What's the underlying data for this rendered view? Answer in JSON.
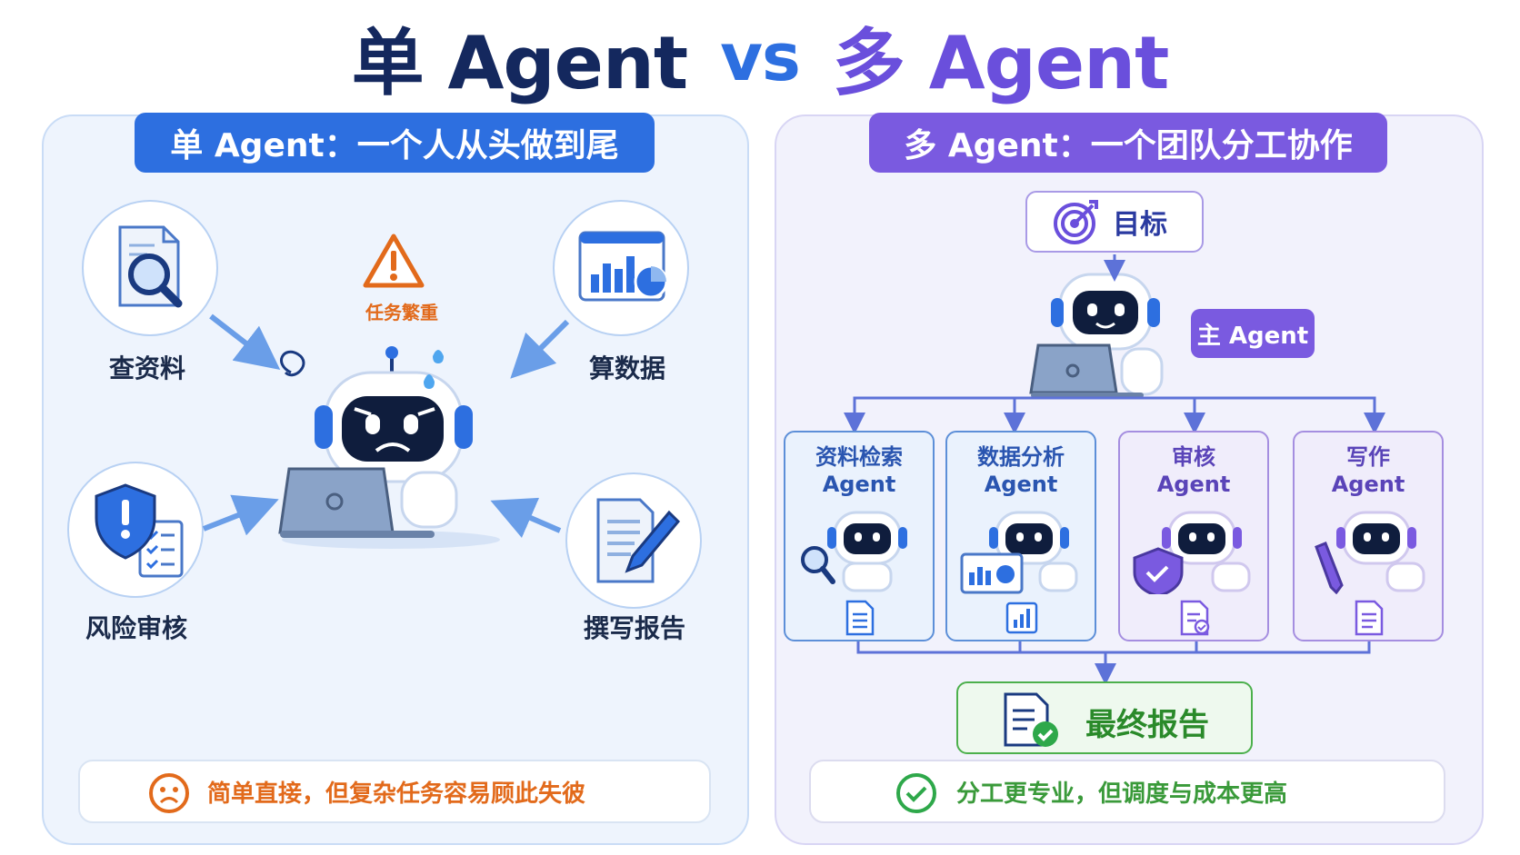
{
  "title": {
    "left": "单 Agent",
    "vs": "vs",
    "right": "多 Agent"
  },
  "left_panel": {
    "header": "单 Agent：一个人从头做到尾",
    "tasks": [
      "查资料",
      "算数据",
      "风险审核",
      "撰写报告"
    ],
    "warning": "任务繁重",
    "summary": "简单直接，但复杂任务容易顾此失彼"
  },
  "right_panel": {
    "header": "多 Agent：一个团队分工协作",
    "goal": "目标",
    "main_agent": "主 Agent",
    "sub_agents": [
      {
        "line1": "资料检索",
        "line2": "Agent"
      },
      {
        "line1": "数据分析",
        "line2": "Agent"
      },
      {
        "line1": "审核",
        "line2": "Agent"
      },
      {
        "line1": "写作",
        "line2": "Agent"
      }
    ],
    "final": "最终报告",
    "summary": "分工更专业，但调度与成本更高"
  },
  "colors": {
    "blue": "#2d6fe0",
    "purple": "#7a5ae0",
    "navy": "#14285e",
    "orange": "#e26a1b",
    "green": "#3a9a3a"
  }
}
